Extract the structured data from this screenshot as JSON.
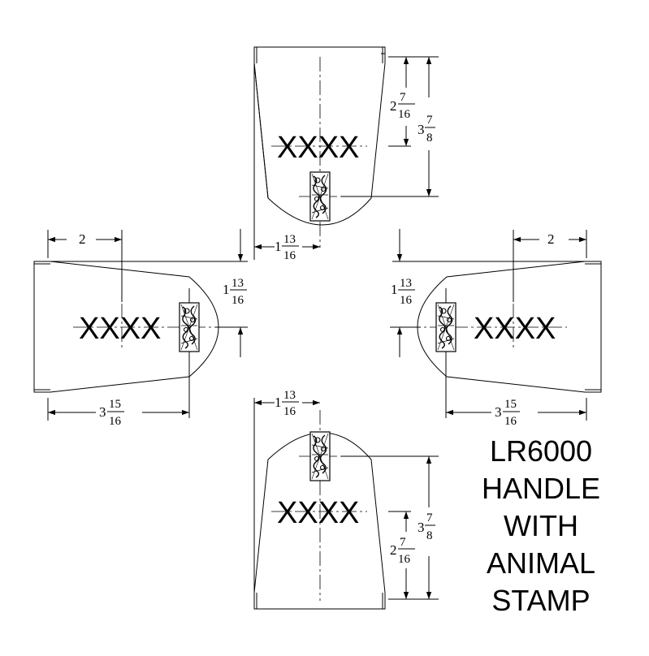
{
  "part_mark": "XXXX",
  "title_lines": [
    "LR6000",
    "HANDLE",
    "WITH",
    "ANIMAL",
    "STAMP"
  ],
  "dimensions": {
    "two": "2",
    "three_seven_eighths": {
      "whole": "3",
      "num": "7",
      "den": "8"
    },
    "two_seven_sixteenths": {
      "whole": "2",
      "num": "7",
      "den": "16"
    },
    "one_thirteen_sixteenths": {
      "whole": "1",
      "num": "13",
      "den": "16"
    },
    "three_fifteen_sixteenths": {
      "whole": "3",
      "num": "15",
      "den": "16"
    }
  },
  "stamp_icon": "animal-stamp-icon"
}
